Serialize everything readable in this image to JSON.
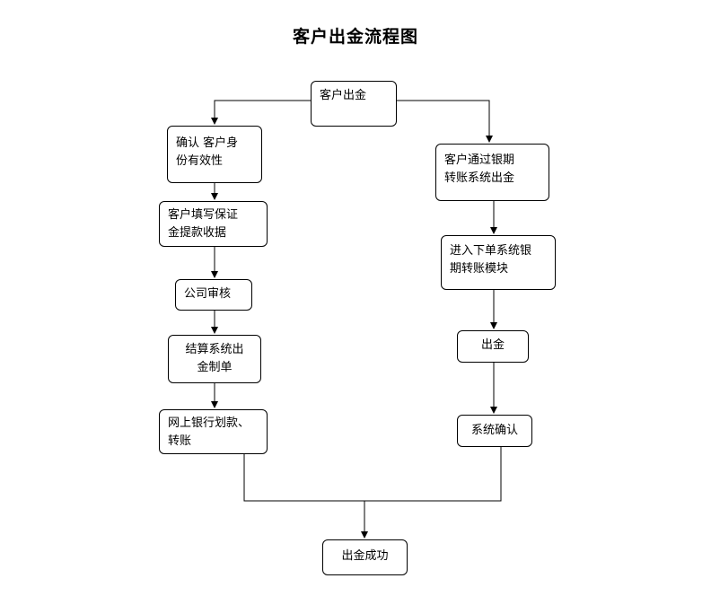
{
  "title": "客户出金流程图",
  "nodes": {
    "start": "客户出金",
    "confirm_identity": "确认 客户身\n份有效性",
    "fill_receipt": "客户填写保证\n金提款收据",
    "company_review": "公司审核",
    "settlement_voucher": "结算系统出\n金制单",
    "online_transfer": "网上银行划款、\n转账",
    "bank_futures_transfer": "客户通过银期\n转账系统出金",
    "enter_module": "进入下单系统银\n期转账模块",
    "withdraw": "出金",
    "system_confirm": "系统确认",
    "success": "出金成功"
  }
}
